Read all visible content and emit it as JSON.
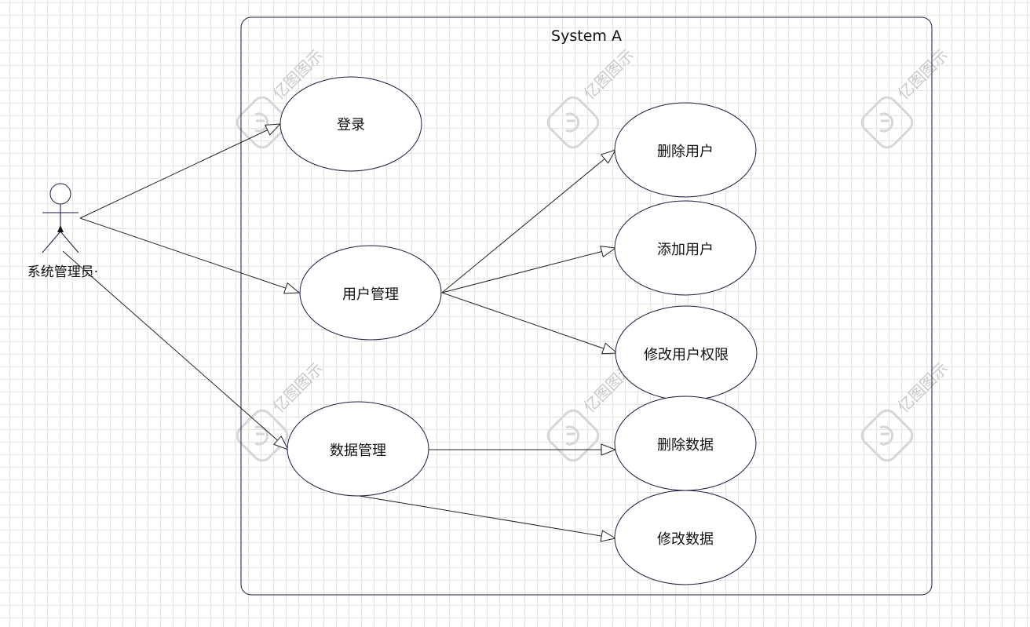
{
  "system": {
    "title": "System A"
  },
  "actor": {
    "label": "系统管理员·"
  },
  "use_cases": {
    "login": "登录",
    "user_mgmt": "用户管理",
    "data_mgmt": "数据管理",
    "delete_user": "删除用户",
    "add_user": "添加用户",
    "modify_perm": "修改用户权限",
    "delete_data": "删除数据",
    "modify_data": "修改数据"
  },
  "watermark": {
    "text": "亿图图示"
  },
  "colors": {
    "stroke": "#1a1a40",
    "line": "#222222",
    "grid": "#e3e3e3",
    "watermark": "#c9c9c9"
  }
}
